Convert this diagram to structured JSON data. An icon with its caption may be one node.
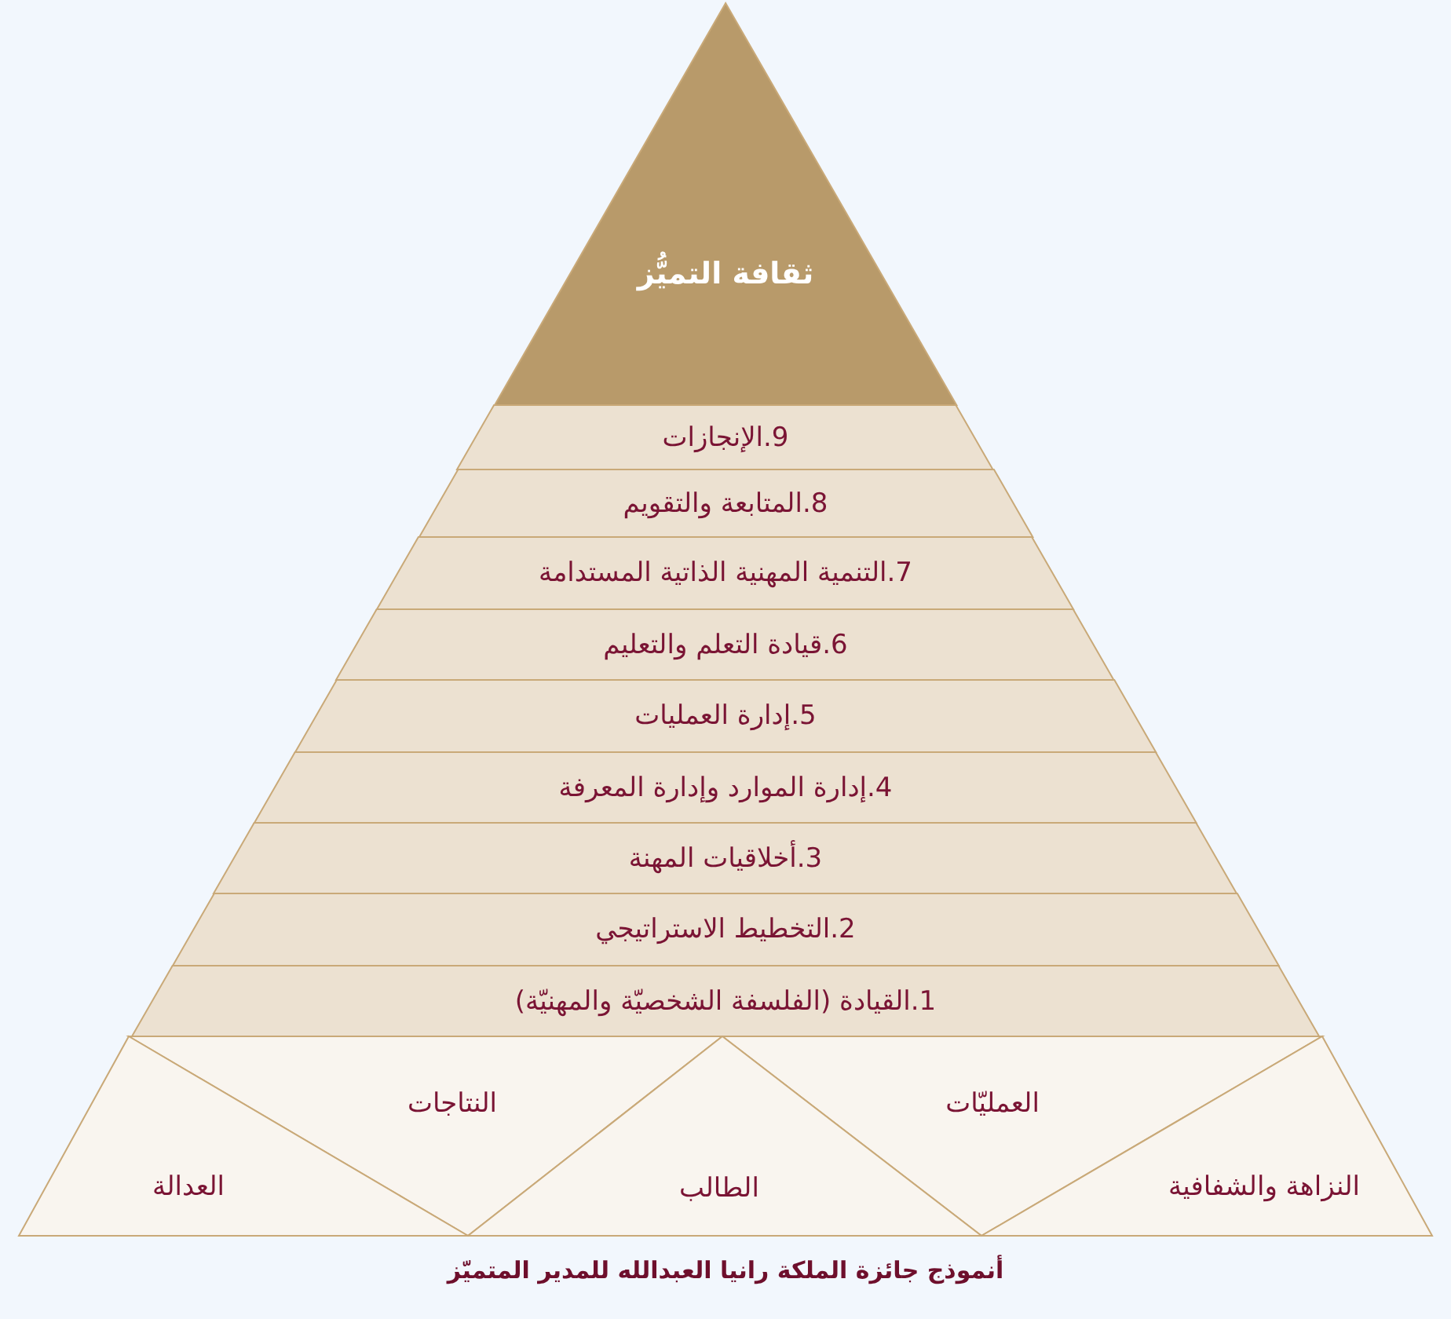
{
  "diagram": {
    "caption": "أنموذج جائزة الملكة رانيا العبدالله للمدير المتميّز",
    "nodes": [
      {
        "text": [
          "ثقافة التميُّز"
        ]
      },
      {
        "text": [
          "9.الإنجازات"
        ]
      },
      {
        "text": [
          "8.المتابعة والتقويم"
        ]
      },
      {
        "text": [
          "7.التنمية المهنية الذاتية المستدامة"
        ]
      },
      {
        "text": [
          "6.قيادة التعلم والتعليم"
        ]
      },
      {
        "text": [
          "5.إدارة العمليات"
        ]
      },
      {
        "text": [
          "4.إدارة الموارد وإدارة المعرفة"
        ]
      },
      {
        "text": [
          "3.أخلاقيات المهنة"
        ]
      },
      {
        "text": [
          "2.التخطيط الاستراتيجي"
        ]
      },
      {
        "text": [
          "1.القيادة (الفلسفة الشخصيّة والمهنيّة)"
        ]
      },
      {
        "text": [
          "العمليّات"
        ]
      },
      {
        "text": [
          "النتاجات"
        ]
      },
      {
        "text": [
          "النزاهة والشفافية"
        ]
      },
      {
        "text": [
          "الطالب"
        ]
      },
      {
        "text": [
          "العدالة"
        ]
      }
    ]
  }
}
